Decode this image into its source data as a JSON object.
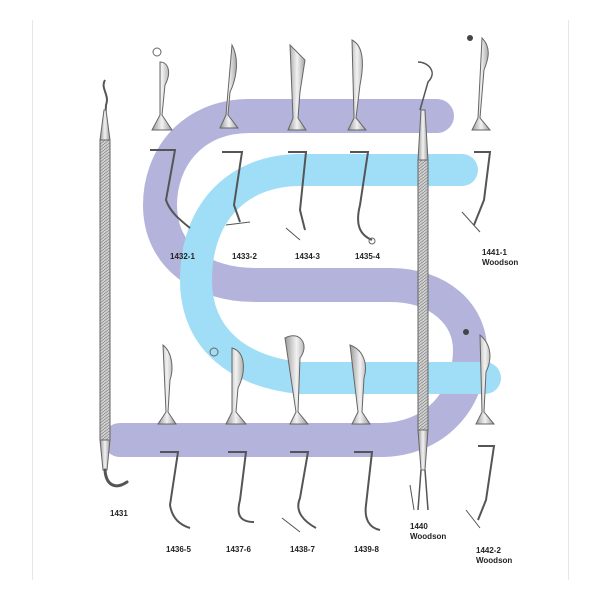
{
  "instruments": {
    "i1431": {
      "code": "1431"
    },
    "i1432": {
      "code": "1432-1"
    },
    "i1433": {
      "code": "1433-2"
    },
    "i1434": {
      "code": "1434-3"
    },
    "i1435": {
      "code": "1435-4"
    },
    "i1436": {
      "code": "1436-5"
    },
    "i1437": {
      "code": "1437-6"
    },
    "i1438": {
      "code": "1438-7"
    },
    "i1439": {
      "code": "1439-8"
    },
    "i1440": {
      "code": "1440",
      "name": "Woodson"
    },
    "i1441": {
      "code": "1441-1",
      "name": "Woodson"
    },
    "i1442": {
      "code": "1442-2",
      "name": "Woodson"
    }
  },
  "colors": {
    "watermark_purple": "#9a9ad0",
    "watermark_blue": "#7fd4f4",
    "instrument_stroke": "#555555"
  },
  "icons": [
    "instrument-illustration-icon",
    "watermark-logo-icon"
  ]
}
